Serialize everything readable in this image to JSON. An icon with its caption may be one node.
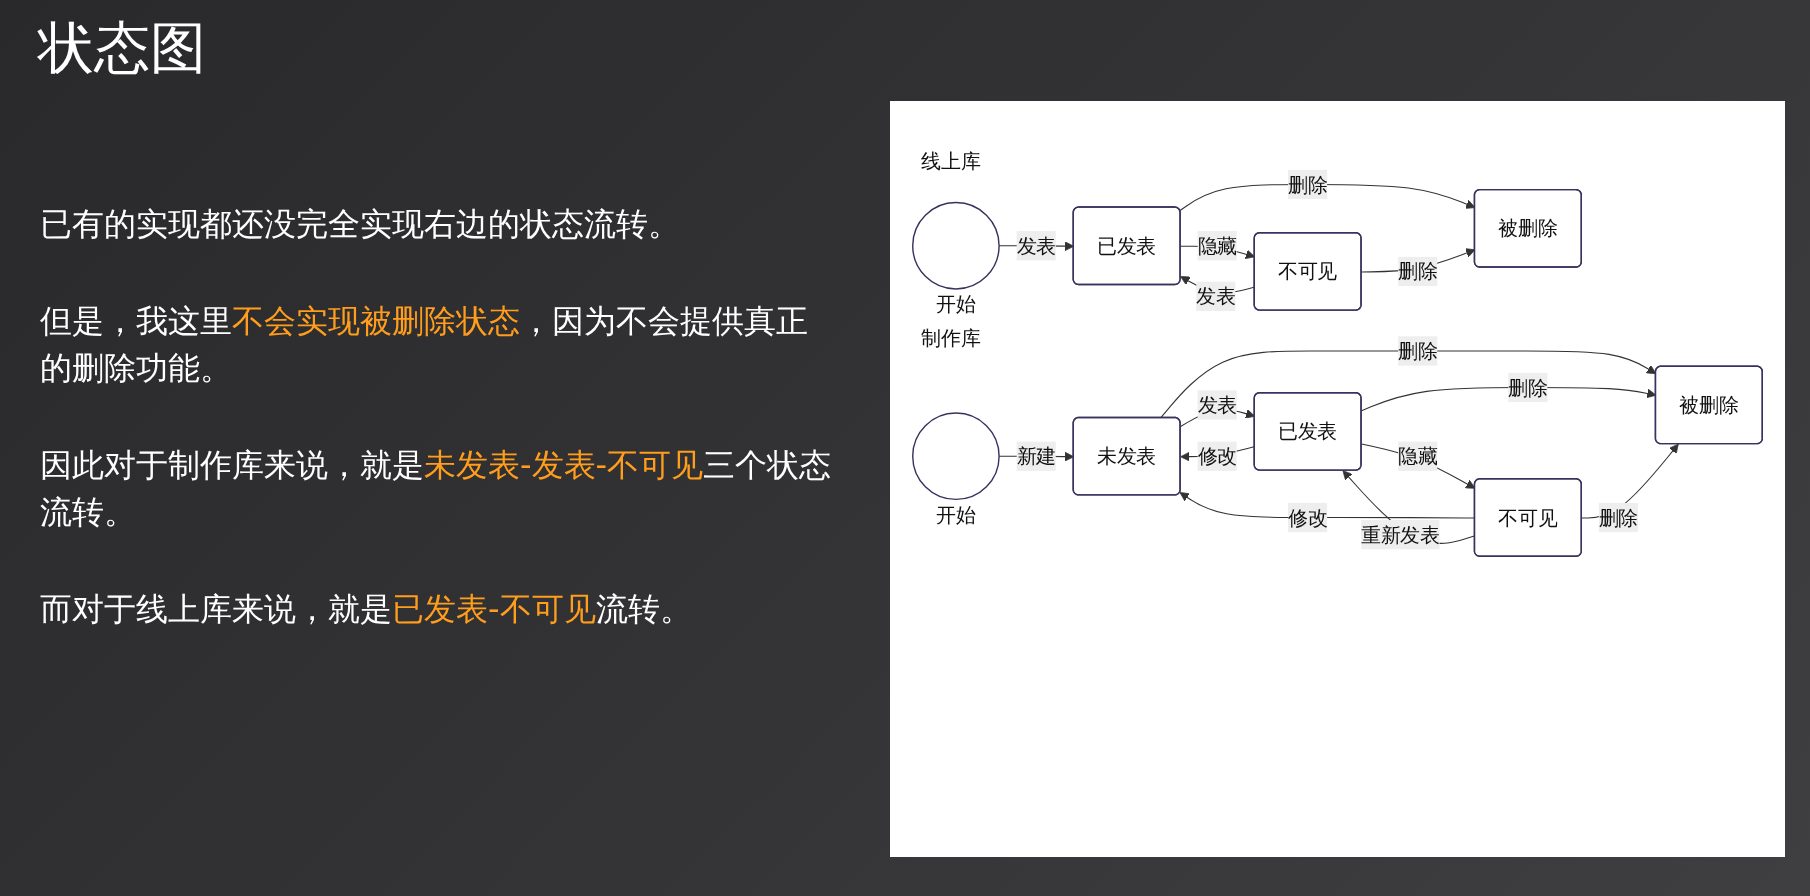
{
  "diagram": {
    "title": "状态图",
    "nodes": [
      {
        "text": [],
        "shape": "circle",
        "beside": [
          "开始"
        ]
      },
      {
        "text": [
          "未发表"
        ]
      },
      {
        "text": [
          "已发表"
        ]
      },
      {
        "text": [
          "不可见"
        ]
      },
      {
        "text": [
          "被删除"
        ]
      },
      {
        "text": [],
        "shape": "circle",
        "beside": [
          "开始"
        ]
      },
      {
        "text": [
          "已发表"
        ]
      },
      {
        "text": [
          "不可见"
        ]
      },
      {
        "text": [
          "被删除"
        ]
      }
    ],
    "edges": [
      {
        "from": 0,
        "to": 1,
        "arrow": "to",
        "label": "新建"
      },
      {
        "from": 1,
        "to": 2,
        "arrow": "to",
        "label": "发表"
      },
      {
        "from": 2,
        "to": 3,
        "arrow": "to",
        "label": "隐藏"
      },
      {
        "from": 2,
        "to": 1,
        "arrow": "to",
        "label": "修改"
      },
      {
        "from": 3,
        "to": 1,
        "arrow": "to",
        "label": "修改"
      },
      {
        "from": 3,
        "to": 2,
        "arrow": "to",
        "label": "重新发表"
      },
      {
        "from": 1,
        "to": 4,
        "arrow": "to",
        "label": "删除"
      },
      {
        "from": 2,
        "to": 4,
        "arrow": "to",
        "label": "删除"
      },
      {
        "from": 3,
        "to": 4,
        "arrow": "to",
        "label": "删除"
      },
      {
        "from": 5,
        "to": 6,
        "arrow": "to",
        "label": "发表"
      },
      {
        "from": 6,
        "to": 7,
        "arrow": "to",
        "label": "隐藏"
      },
      {
        "from": 7,
        "to": 6,
        "arrow": "to",
        "label": "发表"
      },
      {
        "from": 6,
        "to": 8,
        "arrow": "to",
        "label": "删除"
      },
      {
        "from": 7,
        "to": 8,
        "arrow": "to",
        "label": "删除"
      }
    ],
    "labels": [
      "已有的实现都还没完全实现右边的状态流转。",
      "但是，我这里**不会实现被删除状态**，因为不会提供真正的删除功能。",
      "因此对于制作库来说，就是**未发表-发表-不可见**三个状态流转。",
      "而对于线上库来说，就是**已发表-不可见**流转。",
      "制作库",
      "线上库"
    ]
  }
}
